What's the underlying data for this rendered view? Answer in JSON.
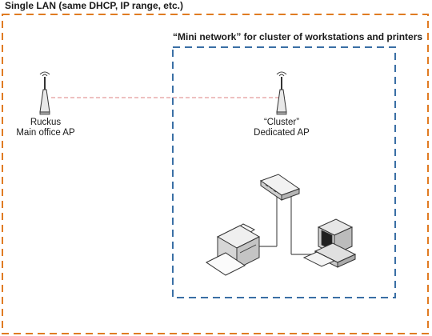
{
  "diagram": {
    "outer_title": "Single LAN (same DHCP, IP range, etc.)",
    "inner_title": "“Mini network” for cluster of workstations and printers",
    "main_ap": {
      "line1": "Ruckus",
      "line2": "Main office AP",
      "icon": "wireless-access-point-icon"
    },
    "cluster_ap": {
      "line1": "“Cluster”",
      "line2": "Dedicated AP",
      "icon": "wireless-access-point-icon"
    },
    "switch_icon": "network-switch-icon",
    "printer_icon": "printer-icon",
    "workstation_icon": "desktop-computer-icon",
    "colors": {
      "outer_border": "#e07b22",
      "inner_border": "#3a6fa5",
      "wireless_link": "#e39a9a",
      "wired_link": "#555555"
    }
  }
}
